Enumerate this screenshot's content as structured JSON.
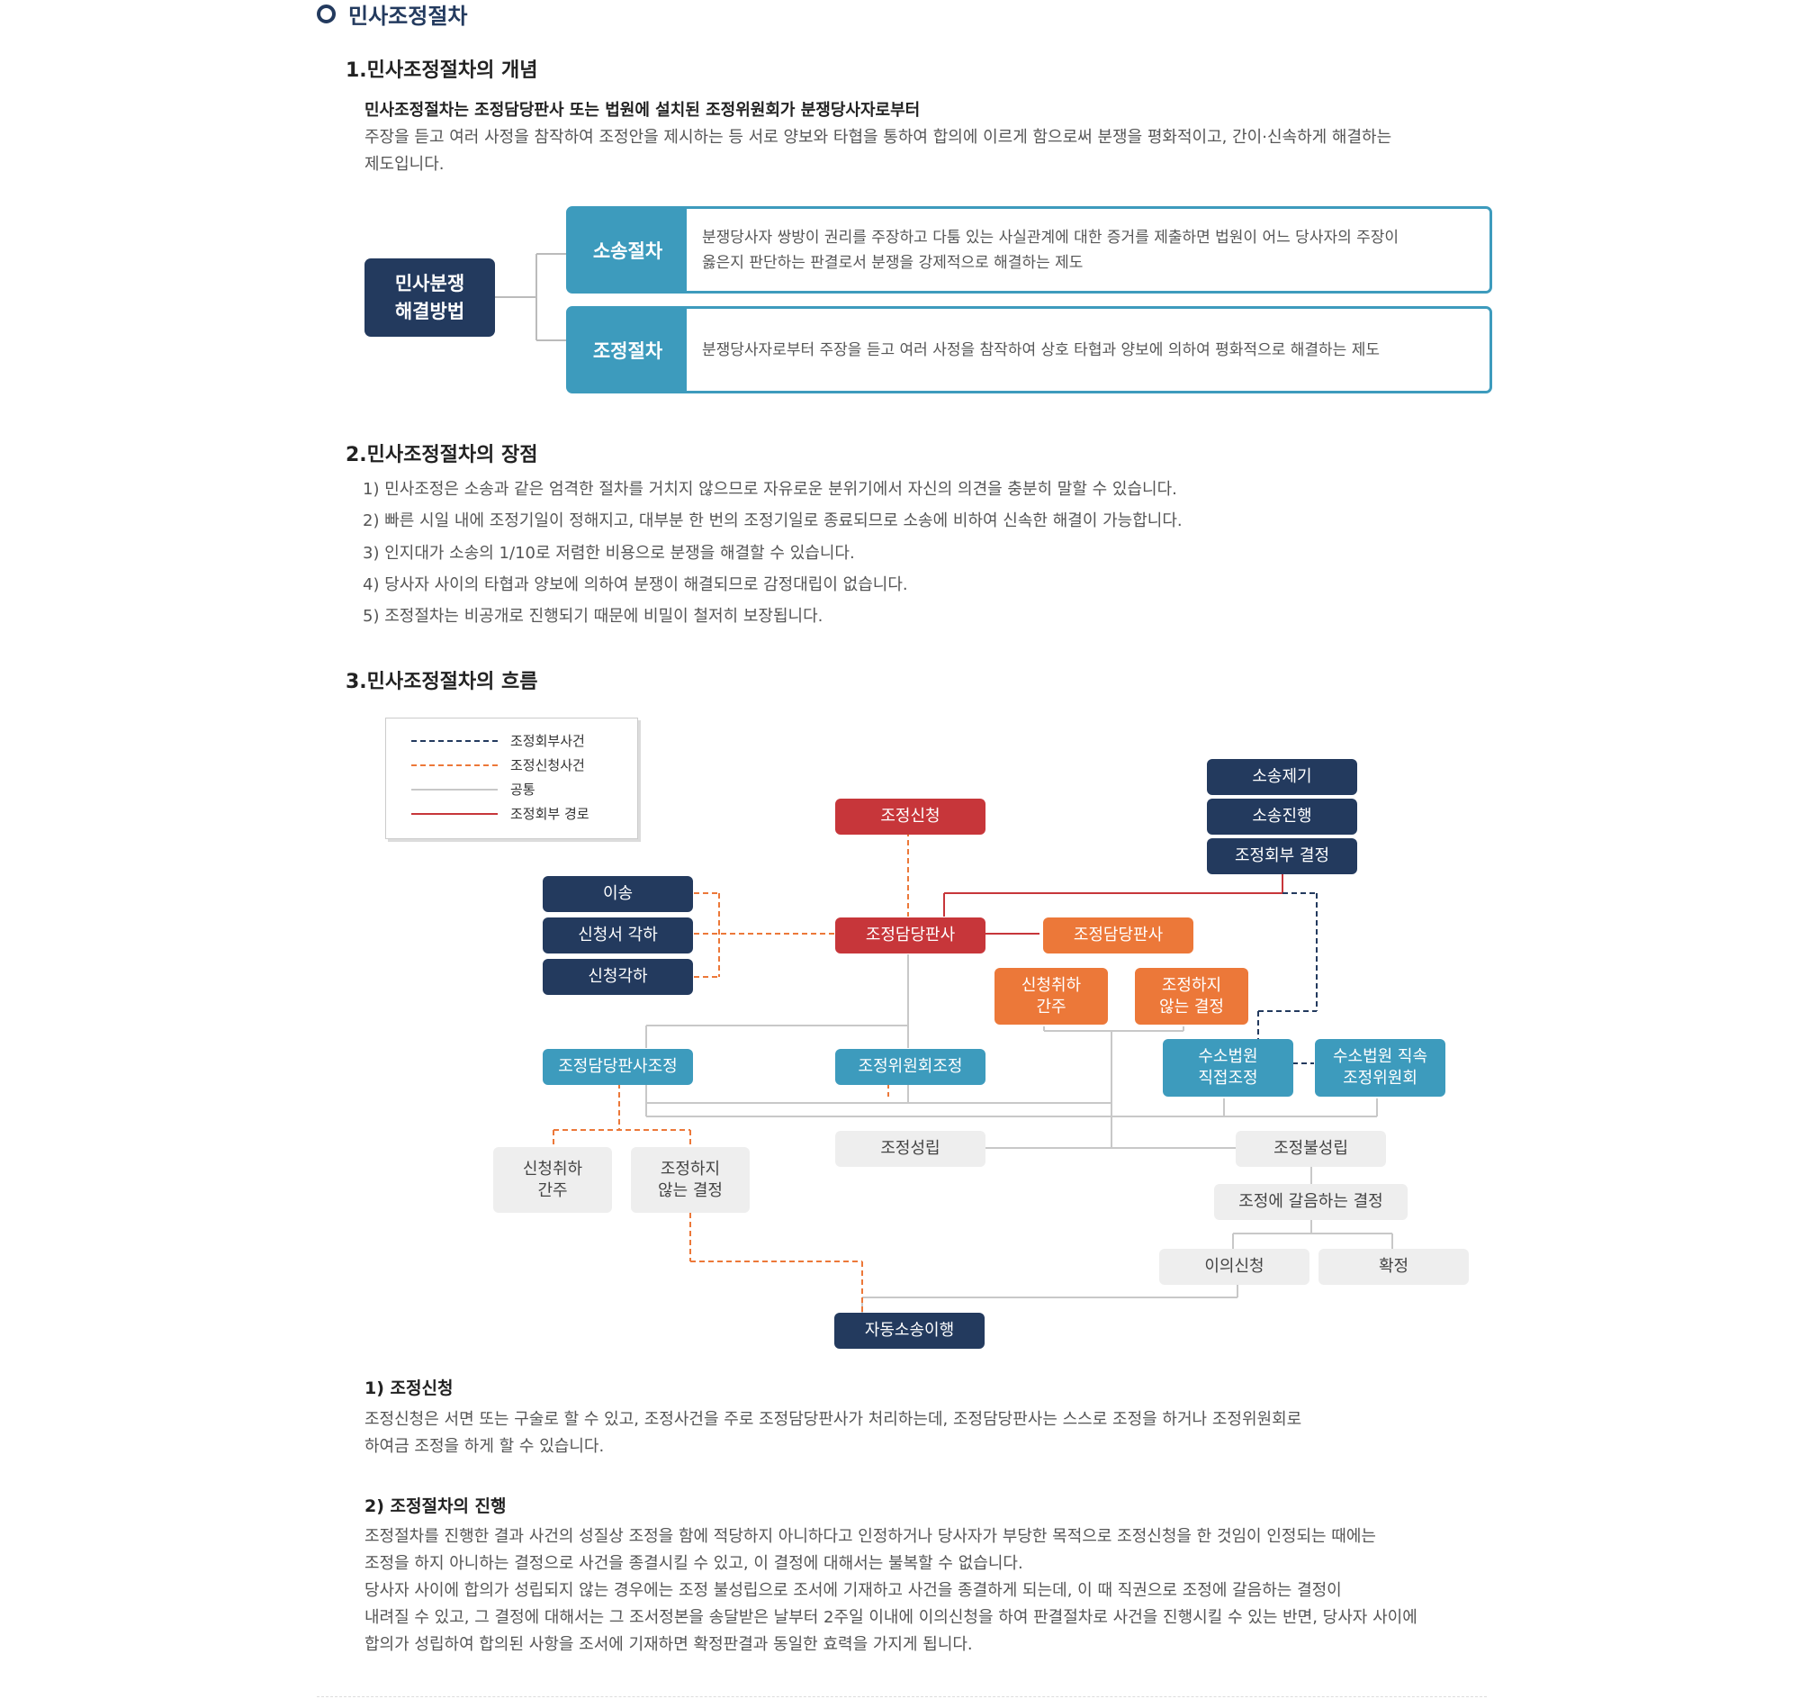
{
  "section_title": "민사조정절차",
  "concept": {
    "heading": "1.민사조정절차의 개념",
    "line1": "민사조정절차는 조정담당판사 또는 법원에 설치된 조정위원회가 분쟁당사자로부터",
    "line2": "주장을 듣고 여러 사정을 참작하여 조정안을 제시하는 등 서로 양보와 타협을 통하여 합의에 이르게 함으로써 분쟁을 평화적이고,  간이·신속하게 해결하는",
    "line3": "제도입니다.",
    "dispute_box": [
      "민사분쟁",
      "해결방법"
    ],
    "methods": [
      {
        "label": "소송절차",
        "desc": [
          "분쟁당사자 쌍방이 권리를 주장하고 다툼 있는 사실관계에 대한 증거를 제출하면 법원이 어느 당사자의 주장이",
          "옳은지 판단하는 판결로서 분쟁을 강제적으로 해결하는 제도"
        ]
      },
      {
        "label": "조정절차",
        "desc": [
          "분쟁당사자로부터 주장을 듣고 여러 사정을 참작하여 상호 타협과 양보에 의하여 평화적으로 해결하는 제도"
        ]
      }
    ]
  },
  "advantages": {
    "heading": "2.민사조정절차의 장점",
    "items": [
      "1) 민사조정은 소송과 같은 엄격한 절차를 거치지 않으므로 자유로운 분위기에서 자신의 의견을 충분히 말할 수 있습니다.",
      "2) 빠른 시일 내에 조정기일이 정해지고, 대부분 한 번의 조정기일로 종료되므로 소송에 비하여 신속한 해결이 가능합니다.",
      "3) 인지대가 소송의 1/10로 저렴한 비용으로 분쟁을 해결할 수 있습니다.",
      "4) 당사자 사이의 타협과 양보에 의하여 분쟁이 해결되므로 감정대립이 없습니다.",
      "5) 조정절차는 비공개로 진행되기 때문에 비밀이 철저히 보장됩니다."
    ]
  },
  "flow": {
    "heading": "3.민사조정절차의 흐름",
    "legend": [
      "조정회부사건",
      "조정신청사건",
      "공통",
      "조정회부 경로"
    ],
    "colors": {
      "navy": "#233a5e",
      "orange": "#ec7839",
      "gray": "#c8c8c8",
      "red": "#c7363a"
    },
    "nodes": {
      "suit_filing": "소송제기",
      "suit_progress": "소송진행",
      "referral_decision": "조정회부 결정",
      "application": "조정신청",
      "transfer": "이송",
      "dismiss_petition": "신청서 각하",
      "dismiss_application": "신청각하",
      "judge_main": "조정담당판사",
      "judge_side": "조정담당판사",
      "withdraw_o": [
        "신청취하",
        "간주"
      ],
      "nomediation_o": [
        "조정하지",
        "않는 결정"
      ],
      "judge_mediation": "조정담당판사조정",
      "committee_mediation": "조정위원회조정",
      "court_direct": [
        "수소법원",
        "직접조정"
      ],
      "court_committee": [
        "수소법원 직속",
        "조정위원회"
      ],
      "withdraw_g": [
        "신청취하",
        "간주"
      ],
      "nomediation_g": [
        "조정하지",
        "않는 결정"
      ],
      "success": "조정성립",
      "failure": "조정불성립",
      "substitute_decision": "조정에 갈음하는 결정",
      "objection": "이의신청",
      "confirmed": "확정",
      "auto_suit": "자동소송이행"
    }
  },
  "details": {
    "sub1": {
      "heading": "1) 조정신청",
      "lines": [
        "조정신청은 서면 또는 구술로 할 수 있고, 조정사건을 주로 조정담당판사가 처리하는데, 조정담당판사는 스스로 조정을 하거나 조정위원회로",
        "하여금 조정을 하게 할 수 있습니다."
      ]
    },
    "sub2": {
      "heading": "2) 조정절차의 진행",
      "lines": [
        "조정절차를 진행한 결과 사건의 성질상 조정을 함에 적당하지 아니하다고 인정하거나 당사자가 부당한 목적으로 조정신청을 한 것임이 인정되는 때에는",
        "조정을 하지 아니하는 결정으로 사건을 종결시킬 수 있고, 이 결정에 대해서는 불복할 수 없습니다.",
        "당사자 사이에 합의가 성립되지 않는 경우에는 조정 불성립으로 조서에 기재하고 사건을 종결하게 되는데, 이 때 직권으로 조정에 갈음하는 결정이",
        "내려질 수 있고, 그 결정에 대해서는 그 조서정본을 송달받은 날부터 2주일 이내에 이의신청을 하여 판결절차로 사건을 진행시킬 수 있는 반면, 당사자 사이에",
        "합의가 성립하여 합의된 사항을 조서에 기재하면 확정판결과 동일한 효력을 가지게 됩니다."
      ]
    }
  }
}
